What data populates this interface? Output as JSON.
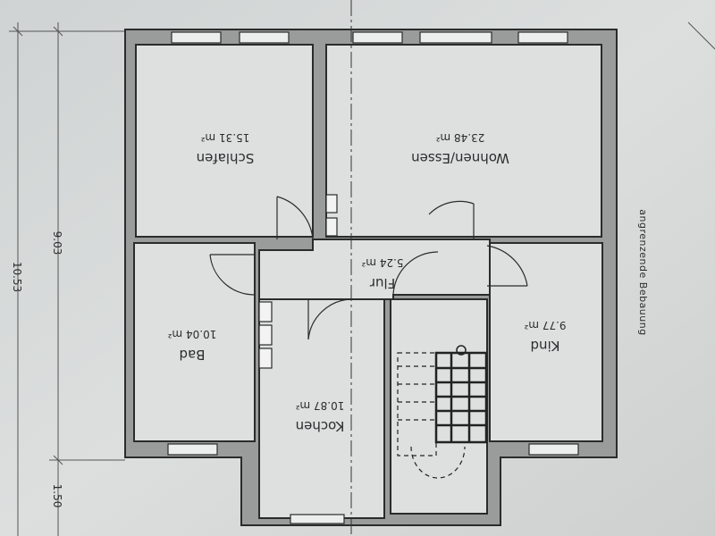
{
  "plan": {
    "rooms": [
      {
        "name": "Schlafen",
        "area": "15.31 m²"
      },
      {
        "name": "Wohnen/Essen",
        "area": "23.48 m²"
      },
      {
        "name": "Bad",
        "area": "10.04 m²"
      },
      {
        "name": "Kochen",
        "area": "10.87 m²"
      },
      {
        "name": "Flur",
        "area": "5.24 m²"
      },
      {
        "name": "Kind",
        "area": "9.77 m²"
      }
    ],
    "dimensions": {
      "inner": "9.03",
      "outer": "10.53",
      "bottom": "1.50"
    },
    "side_note": "angrenzende Bebauung"
  }
}
